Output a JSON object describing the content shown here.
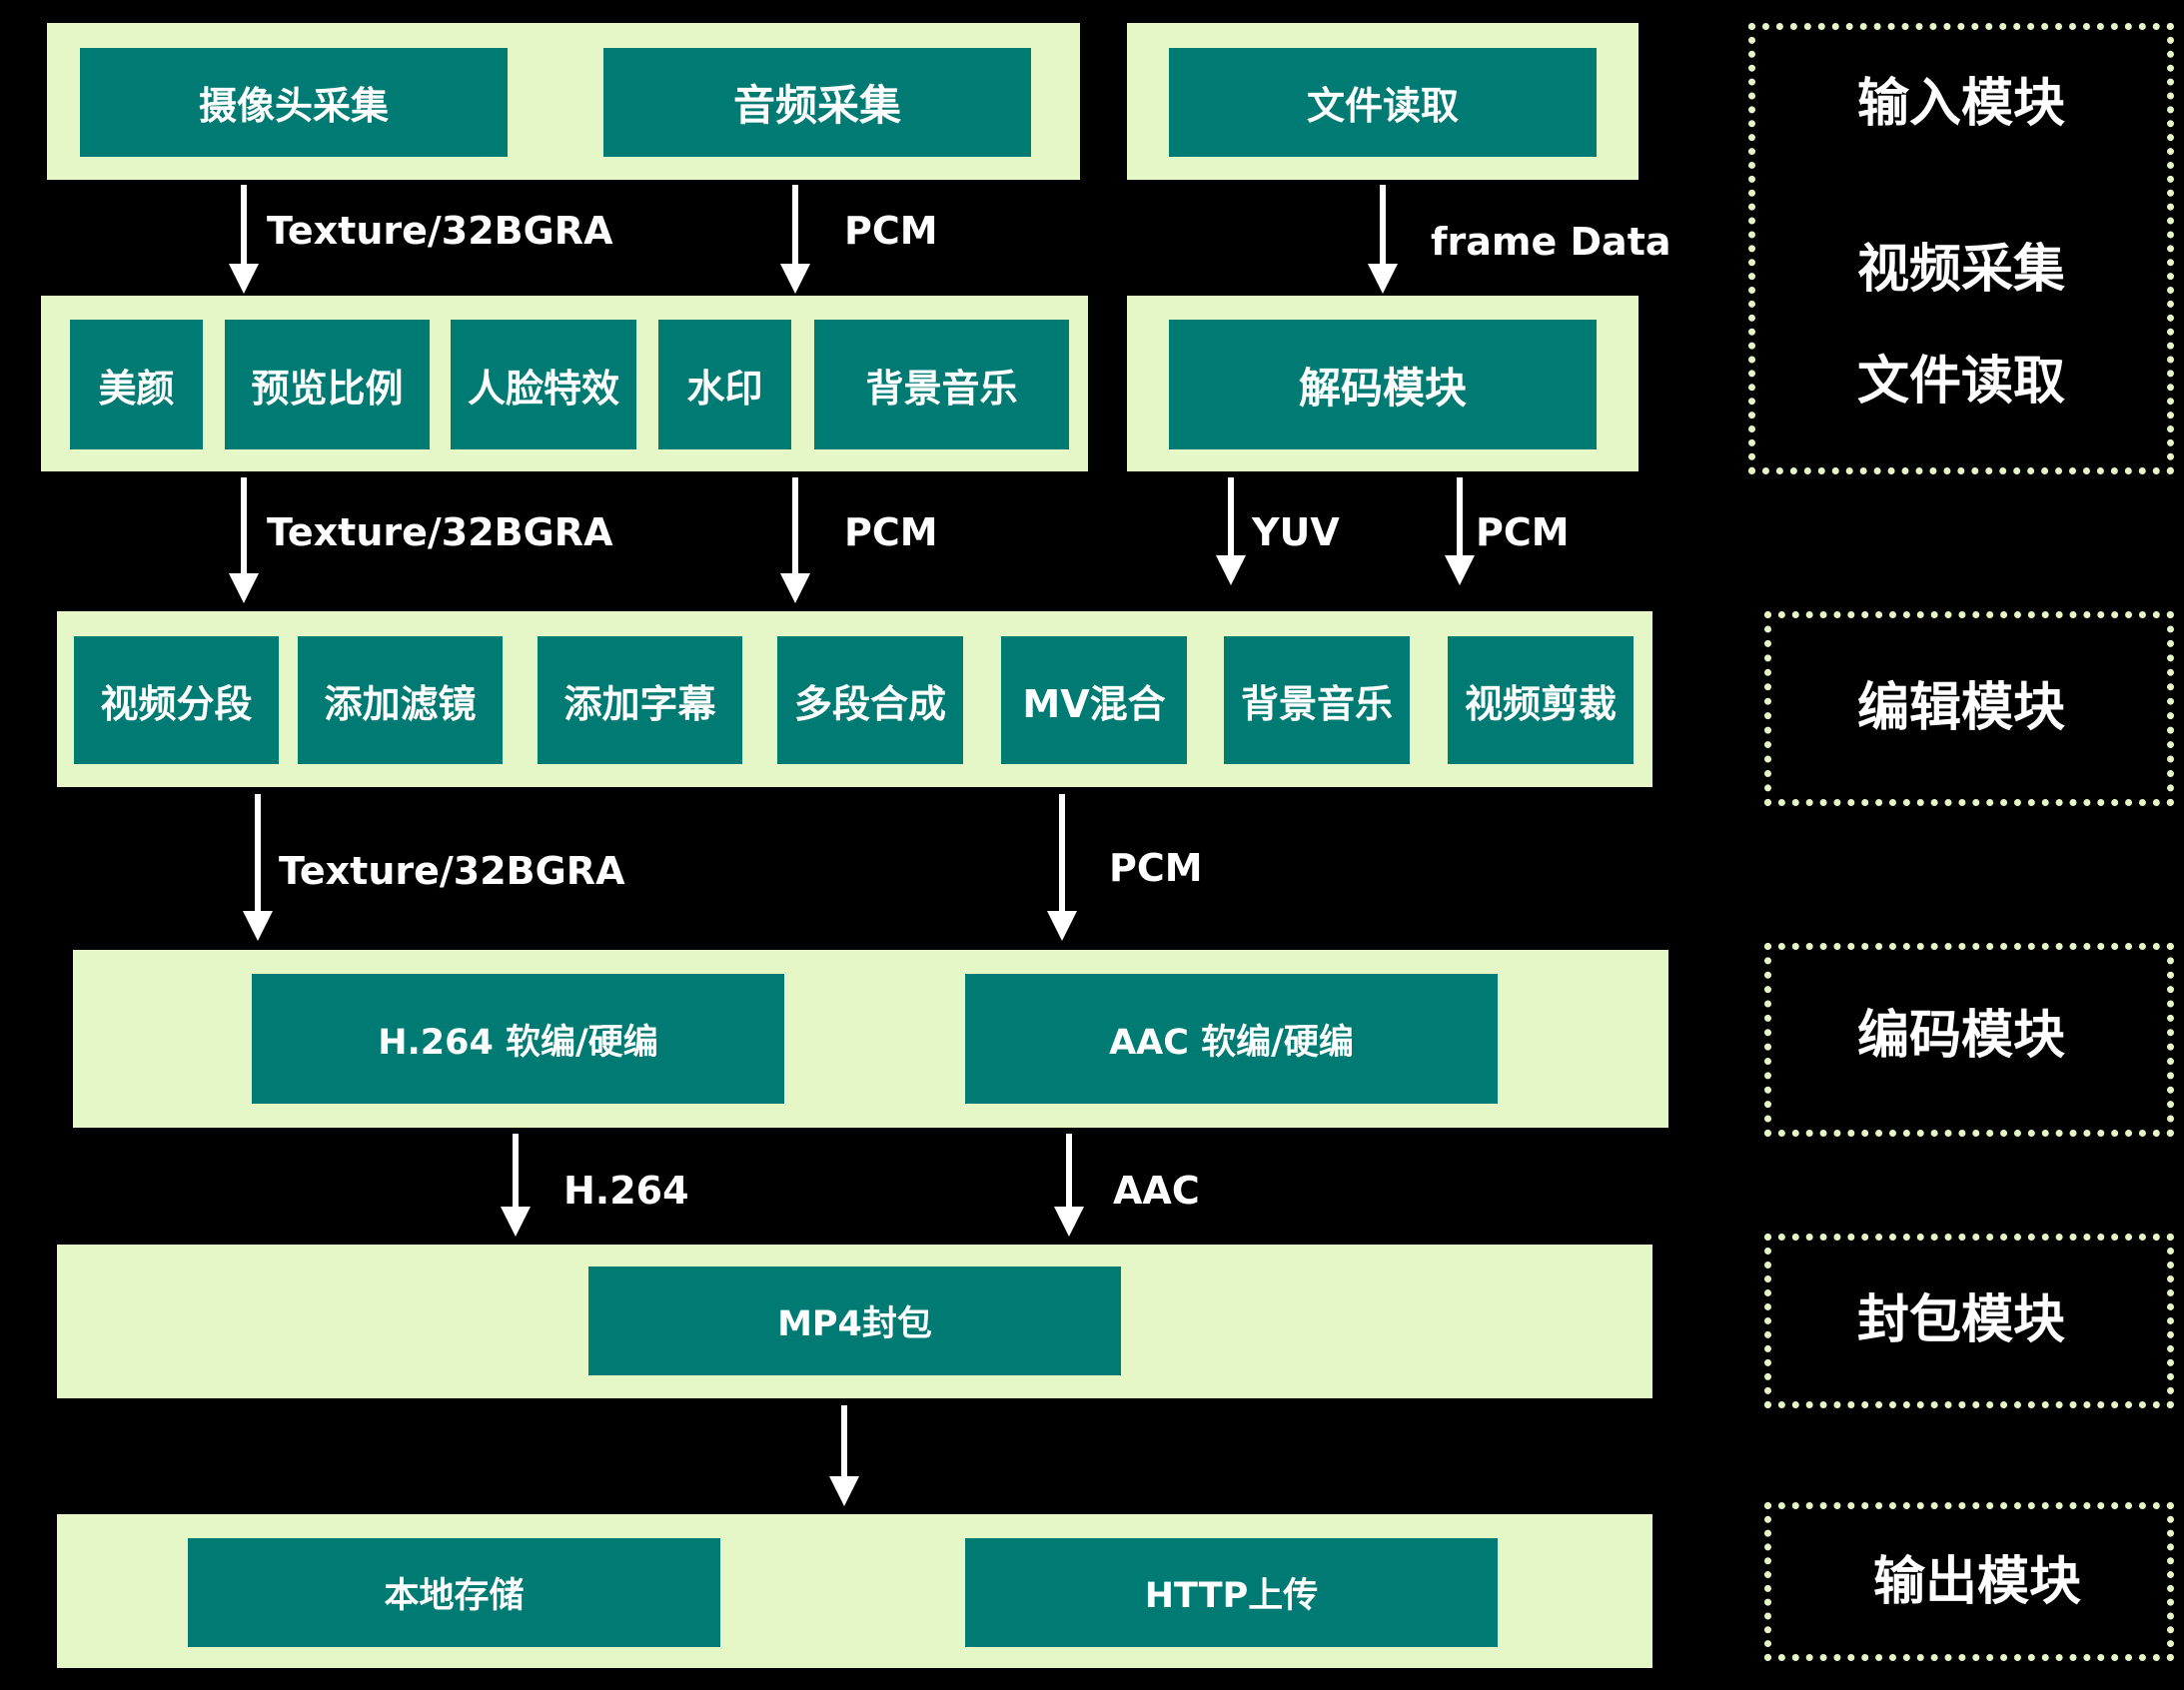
{
  "input": {
    "camera": "摄像头采集",
    "audio": "音频采集",
    "file_read": "文件读取"
  },
  "processing": {
    "items": [
      "美颜",
      "预览比例",
      "人脸特效",
      "水印",
      "背景音乐"
    ],
    "decode": "解码模块"
  },
  "edit": {
    "items": [
      "视频分段",
      "添加滤镜",
      "添加字幕",
      "多段合成",
      "MV混合",
      "背景音乐",
      "视频剪裁"
    ]
  },
  "encode": {
    "h264": "H.264 软编/硬编",
    "aac": "AAC 软编/硬编"
  },
  "mux": {
    "mp4": "MP4封包"
  },
  "output": {
    "local": "本地存储",
    "http": "HTTP上传"
  },
  "arrow_labels": {
    "texture1": "Texture/32BGRA",
    "pcm1": "PCM",
    "frame": "frame Data",
    "texture2": "Texture/32BGRA",
    "pcm2": "PCM",
    "yuv": "YUV",
    "pcm3": "PCM",
    "texture3": "Texture/32BGRA",
    "pcm4": "PCM",
    "h264": "H.264",
    "aac": "AAC"
  },
  "legend": {
    "input_lines": [
      "输入模块",
      "视频采集",
      "文件读取"
    ],
    "edit": "编辑模块",
    "encode": "编码模块",
    "mux": "封包模块",
    "output": "输出模块"
  },
  "colors": {
    "band": "#e6f7c7",
    "box": "#007b73",
    "background": "#000000",
    "text": "#ffffff"
  }
}
